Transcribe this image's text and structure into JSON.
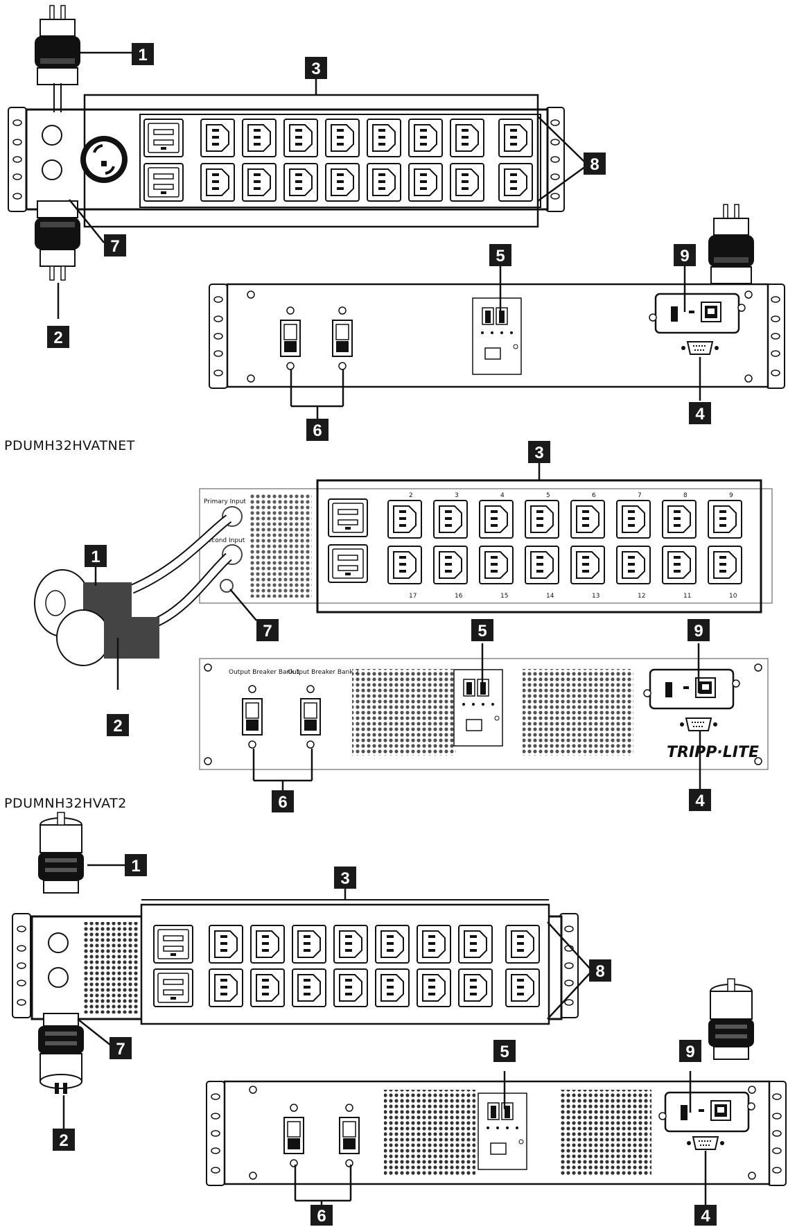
{
  "models": [
    {
      "name": ""
    },
    {
      "name": "PDUMH32HVATNET"
    },
    {
      "name": "PDUMNH32HVAT2"
    }
  ],
  "callouts": [
    "1",
    "2",
    "3",
    "4",
    "5",
    "6",
    "7",
    "8",
    "9"
  ],
  "panel_labels": {
    "primary_input": "Primary Input",
    "secondary_input": "Second Input",
    "output_breaker_1": "Output Breaker Bank 1",
    "output_breaker_2": "Output Breaker Bank 2"
  },
  "outlet_numbers": {
    "top_row": [
      "2",
      "3",
      "4",
      "5",
      "6",
      "7",
      "8",
      "9"
    ],
    "bottom_row": [
      "17",
      "16",
      "15",
      "14",
      "13",
      "12",
      "11",
      "10"
    ]
  },
  "brand_logo": "TRIPP·LITE",
  "colors": {
    "ink": "#111111",
    "panel": "#ffffff",
    "callout_bg": "#1a1a1a",
    "callout_text": "#ffffff",
    "grille": "#333333"
  },
  "icons": [
    "plug-icon",
    "outlet-c19-icon",
    "outlet-c13-icon",
    "breaker-switch-icon",
    "ethernet-port-icon",
    "usb-port-icon",
    "serial-port-icon",
    "ground-screw-icon"
  ]
}
